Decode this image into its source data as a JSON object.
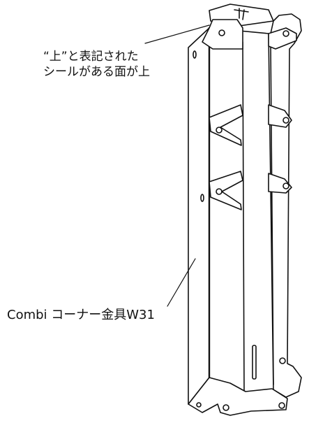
{
  "callouts": {
    "top_label_line1": "“上”と表記された",
    "top_label_line2": "シールがある面が上",
    "bottom_label": "Combi コーナー金具W31"
  },
  "colors": {
    "stroke": "#111111",
    "background": "#ffffff"
  }
}
